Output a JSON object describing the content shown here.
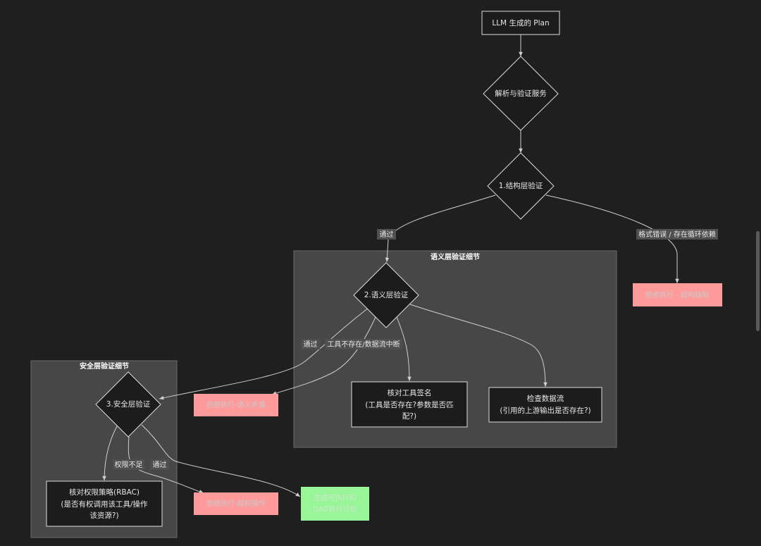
{
  "nodes": {
    "llm_plan": "LLM 生成的 Plan",
    "parse_service": "解析与验证服务",
    "structure_check": "1.结构层验证",
    "semantic_check": "2.语义层验证",
    "security_check": "3.安全层验证",
    "reject_structure": "拒绝执行 - 结构缺陷",
    "reject_semantic": "拒绝执行-语义矛盾",
    "reject_permission": "拒绝执行-越权操作",
    "verify_signature": [
      "核对工具签名",
      "(工具是否存在?参数是否匹",
      "配?)"
    ],
    "check_dataflow": [
      "检查数据流",
      "(引用的上游输出是否存在?)"
    ],
    "check_rbac": [
      "核对权限策略(RBAC)",
      "(是否有权调用该工具/操作",
      "该资源?)"
    ],
    "accept": [
      "生成可执行的",
      "DAG执行计划"
    ]
  },
  "groups": {
    "semantic": "语义层验证细节",
    "security": "安全层验证细节"
  },
  "edges": {
    "pass_1": "通过",
    "format_error": "格式错误 / 存在循环依赖",
    "pass_2": "通过",
    "tool_missing": "工具不存在/数据流中断",
    "no_permission": "权限不足",
    "pass_3": "通过"
  },
  "colors": {
    "background": "#1f1f1f",
    "group_fill": "#474747",
    "node_fill": "#1c1c1c",
    "reject_fill": "#ff9a9a",
    "accept_fill": "#98f598"
  }
}
